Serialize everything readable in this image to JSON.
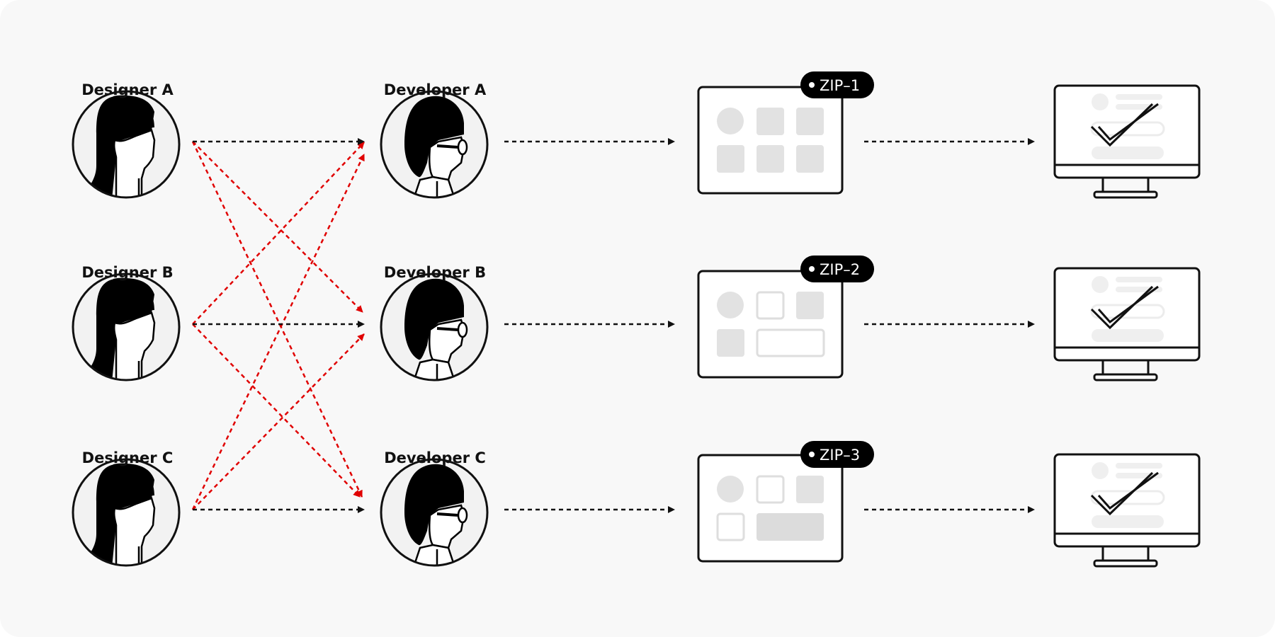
{
  "designers": [
    {
      "label": "Designer A"
    },
    {
      "label": "Designer B"
    },
    {
      "label": "Designer C"
    }
  ],
  "developers": [
    {
      "label": "Developer A"
    },
    {
      "label": "Developer B"
    },
    {
      "label": "Developer C"
    }
  ],
  "packages": [
    {
      "badge": "ZIP–1"
    },
    {
      "badge": "ZIP–2"
    },
    {
      "badge": "ZIP–3"
    }
  ],
  "colors": {
    "background": "#f8f8f8",
    "ink": "#111111",
    "cross_arrow": "#e00000",
    "placeholder": "#e2e2e2",
    "badge": "#000000"
  },
  "icons": {
    "designer": "designer-avatar-icon",
    "developer": "developer-avatar-icon",
    "package": "ui-package-icon",
    "screen": "desktop-monitor-check-icon",
    "arrow": "dashed-arrow"
  }
}
